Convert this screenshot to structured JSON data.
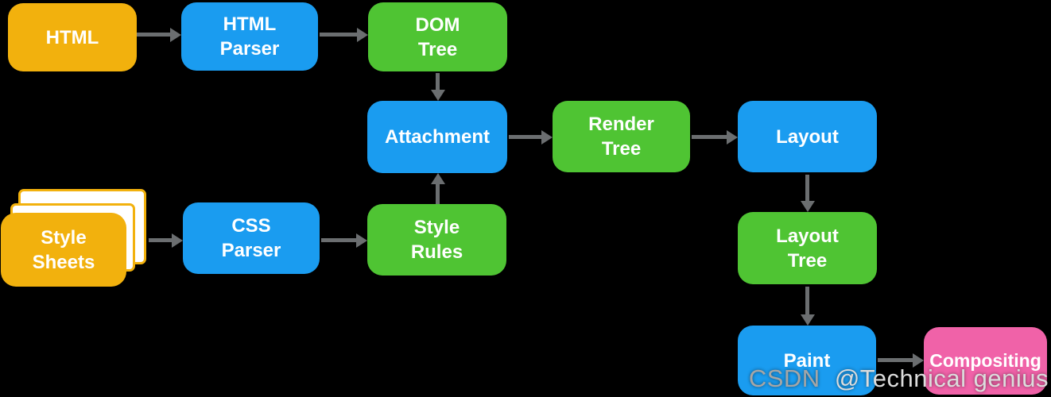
{
  "diagram": {
    "description": "Browser rendering engine pipeline flowchart",
    "background": "#000000",
    "colors": {
      "source_box": "#F2B10D",
      "process_box": "#1A9CF0",
      "tree_box": "#4FC433",
      "compositing_box": "#F062A8",
      "arrow": "#6B6E70",
      "label_text": "#FFFFFF"
    },
    "nodes": [
      {
        "id": "html",
        "label": "HTML",
        "type": "source"
      },
      {
        "id": "html-parser",
        "label": "HTML\nParser",
        "type": "process"
      },
      {
        "id": "dom-tree",
        "label": "DOM\nTree",
        "type": "tree"
      },
      {
        "id": "attachment",
        "label": "Attachment",
        "type": "process"
      },
      {
        "id": "render-tree",
        "label": "Render\nTree",
        "type": "tree"
      },
      {
        "id": "layout",
        "label": "Layout",
        "type": "process"
      },
      {
        "id": "style-sheets",
        "label": "Style\nSheets",
        "type": "source"
      },
      {
        "id": "css-parser",
        "label": "CSS\nParser",
        "type": "process"
      },
      {
        "id": "style-rules",
        "label": "Style\nRules",
        "type": "tree"
      },
      {
        "id": "layout-tree",
        "label": "Layout\nTree",
        "type": "tree"
      },
      {
        "id": "paint",
        "label": "Paint",
        "type": "process"
      },
      {
        "id": "compositing",
        "label": "Compositing",
        "type": "compositing"
      }
    ],
    "edges": [
      {
        "from": "html",
        "to": "html-parser",
        "direction": "right"
      },
      {
        "from": "html-parser",
        "to": "dom-tree",
        "direction": "right"
      },
      {
        "from": "dom-tree",
        "to": "attachment",
        "direction": "down"
      },
      {
        "from": "style-sheets",
        "to": "css-parser",
        "direction": "right"
      },
      {
        "from": "css-parser",
        "to": "style-rules",
        "direction": "right"
      },
      {
        "from": "style-rules",
        "to": "attachment",
        "direction": "up"
      },
      {
        "from": "attachment",
        "to": "render-tree",
        "direction": "right"
      },
      {
        "from": "render-tree",
        "to": "layout",
        "direction": "right"
      },
      {
        "from": "layout",
        "to": "layout-tree",
        "direction": "down"
      },
      {
        "from": "layout-tree",
        "to": "paint",
        "direction": "down"
      },
      {
        "from": "paint",
        "to": "compositing",
        "direction": "right"
      }
    ],
    "watermark": {
      "brand": "CSDN",
      "handle": "@Technical genius"
    }
  }
}
